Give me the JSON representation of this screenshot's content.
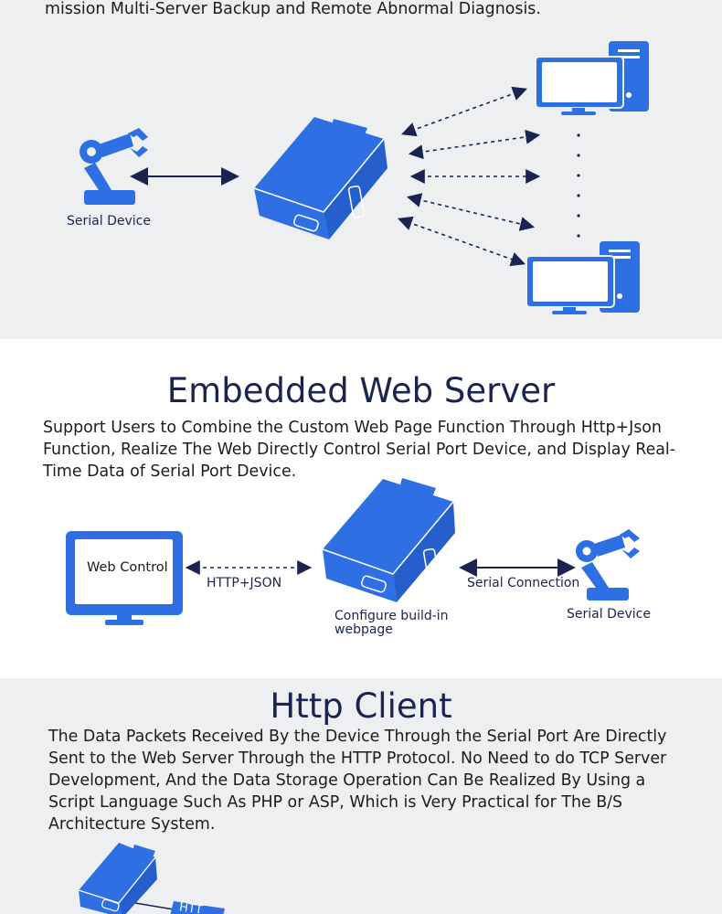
{
  "top": {
    "text_tail": "mission Multi-Server Backup and Remote Abnormal Diagnosis.",
    "serial_device_label": "Serial Device"
  },
  "web_server": {
    "title": "Embedded Web Server",
    "description": "Support Users to Combine the Custom Web Page Function Through Http+Json Function, Realize The Web Directly Control Serial Port Device, and Display Real-Time Data of Serial Port Device.",
    "web_control_label": "Web Control",
    "http_json_label": "HTTP+JSON",
    "configure_label_line1": "Configure build-in",
    "configure_label_line2": "webpage",
    "serial_connection_label": "Serial Connection",
    "serial_device_label": "Serial Device"
  },
  "http_client": {
    "title": "Http Client",
    "description": "The Data Packets Received By the Device Through the Serial Port Are Directly Sent to the Web Server Through the HTTP Protocol. No Need to do TCP Server Development, And the Data Storage Operation Can Be Realized By Using a Script Language Such As PHP or ASP, Which is Very Practical for The B/S Architecture System.",
    "partial_tag": "HTT"
  },
  "colors": {
    "accent_blue": "#2f6fe4",
    "title_navy": "#1b2350",
    "section_gray": "#eeeff1"
  }
}
